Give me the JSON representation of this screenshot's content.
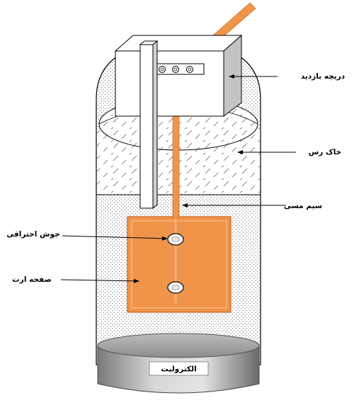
{
  "labels": {
    "inspection_window": "دریچه بازدید",
    "clay_soil": "خاک رس",
    "copper_wire": "سیم مسی",
    "thermite_weld": "جوش احتراقی",
    "ground_plate": "صفحه ارت",
    "electrolyte": "الکترولیت"
  },
  "colors": {
    "copper": "#f0944a",
    "copper_dark": "#e07a2c",
    "clay_stroke": "#555555",
    "sand_dot": "#444444",
    "electrolyte_base": "#9a9a9a"
  }
}
